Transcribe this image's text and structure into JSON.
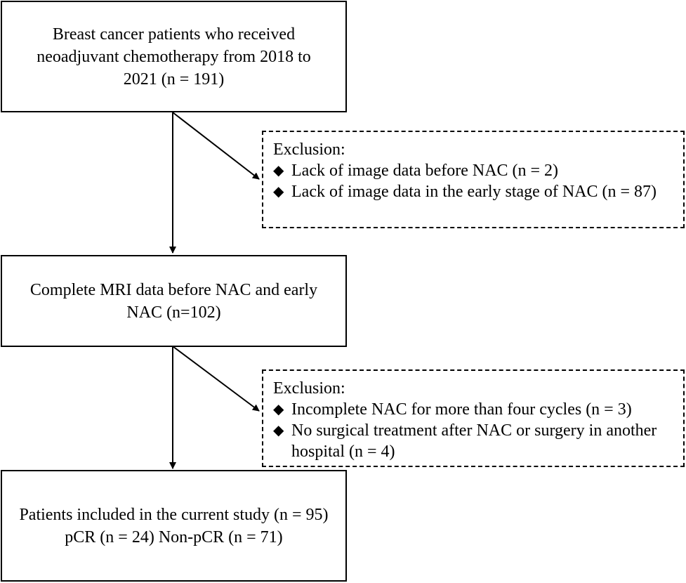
{
  "boxes": {
    "start": {
      "lines": [
        "Breast cancer patients who received",
        "neoadjuvant chemotherapy from 2018 to",
        "2021 (n = 191)"
      ]
    },
    "mri": {
      "lines": [
        "Complete MRI data before NAC and early",
        "NAC (n=102)"
      ]
    },
    "final": {
      "lines": [
        "Patients included in the current study (n = 95)",
        "pCR (n = 24) Non-pCR (n = 71)"
      ]
    }
  },
  "exclusions": [
    {
      "heading": "Exclusion:",
      "bullet": "◆",
      "items": [
        "Lack of image data before NAC (n = 2)",
        "Lack of image data in the early stage of NAC (n = 87)"
      ]
    },
    {
      "heading": "Exclusion:",
      "bullet": "◆",
      "items": [
        "Incomplete NAC for more than four cycles (n = 3)",
        "No surgical treatment after NAC or surgery in another hospital (n = 4)"
      ]
    }
  ]
}
